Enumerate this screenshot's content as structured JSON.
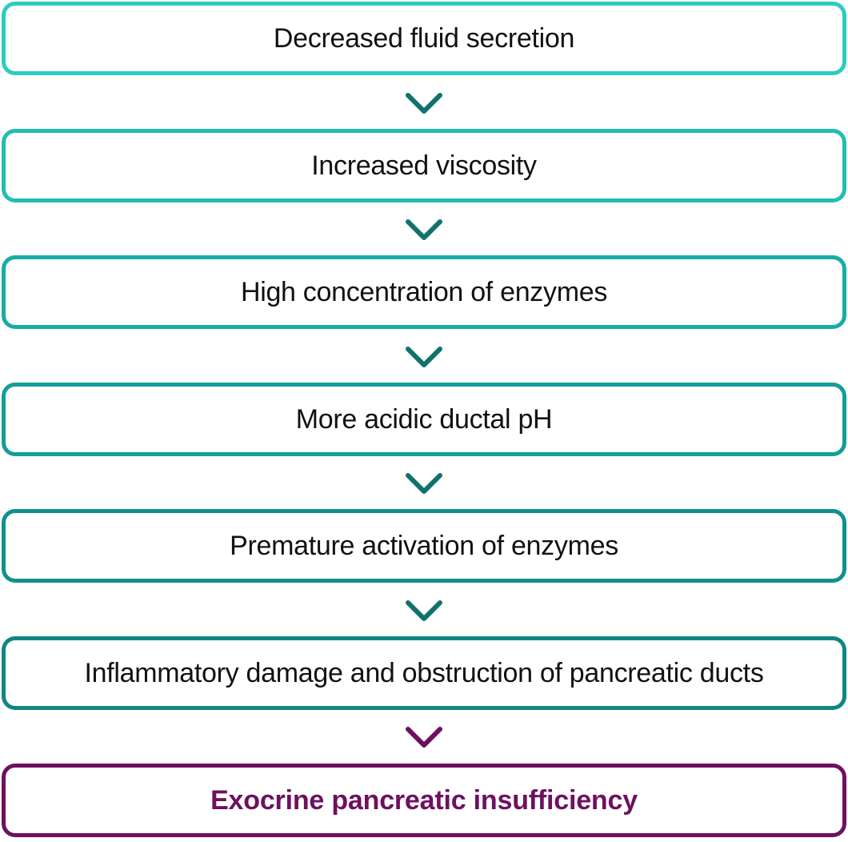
{
  "steps": [
    {
      "label": "Decreased fluid secretion",
      "border_color": "#2ccbc3",
      "text_color": "#111111"
    },
    {
      "label": "Increased viscosity",
      "border_color": "#20bdb5",
      "text_color": "#111111"
    },
    {
      "label": "High concentration of enzymes",
      "border_color": "#17ada6",
      "text_color": "#111111"
    },
    {
      "label": "More acidic ductal pH",
      "border_color": "#119e98",
      "text_color": "#111111"
    },
    {
      "label": "Premature activation of enzymes",
      "border_color": "#0f918b",
      "text_color": "#111111"
    },
    {
      "label": "Inflammatory damage and obstruction of pancreatic ducts",
      "border_color": "#108680",
      "text_color": "#111111"
    },
    {
      "label": "Exocrine pancreatic insufficiency",
      "border_color": "#6e1060",
      "text_color": "#6e1060"
    }
  ],
  "arrows": [
    {
      "icon": "chevron-down-icon",
      "color": "#0f726d"
    },
    {
      "icon": "chevron-down-icon",
      "color": "#0f726d"
    },
    {
      "icon": "chevron-down-icon",
      "color": "#0f726d"
    },
    {
      "icon": "chevron-down-icon",
      "color": "#0f726d"
    },
    {
      "icon": "chevron-down-icon",
      "color": "#0f726d"
    },
    {
      "icon": "chevron-down-icon",
      "color": "#6e1060"
    }
  ]
}
